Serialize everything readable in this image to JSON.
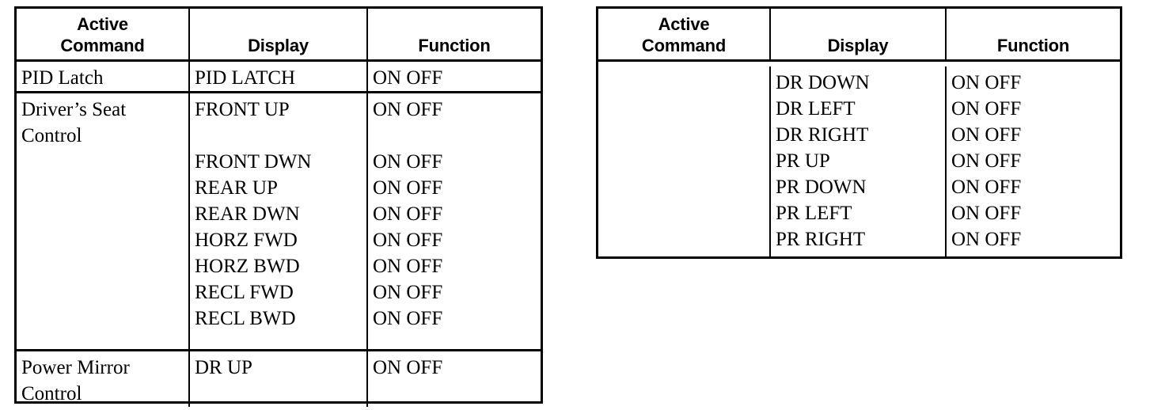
{
  "document": {
    "type": "specification-table-pair",
    "columns": [
      "Active Command",
      "Display",
      "Function"
    ]
  },
  "tables": [
    {
      "id": "left",
      "header": {
        "active_command_line1": "Active",
        "active_command_line2": "Command",
        "display": "Display",
        "function": "Function"
      },
      "rows": [
        {
          "active_command": "PID Latch",
          "display": "PID LATCH",
          "function": "ON OFF"
        },
        {
          "active_command": "Driver’s Seat\nControl",
          "display": "FRONT UP\n\nFRONT DWN\nREAR UP\nREAR DWN\nHORZ FWD\nHORZ BWD\nRECL FWD\nRECL BWD",
          "function": "ON OFF\n\nON OFF\nON OFF\nON OFF\nON OFF\nON OFF\nON OFF\nON OFF"
        },
        {
          "active_command": "Power Mirror\nControl",
          "display": "DR UP",
          "function": "ON OFF"
        }
      ]
    },
    {
      "id": "right",
      "header": {
        "active_command_line1": "Active",
        "active_command_line2": "Command",
        "display": "Display",
        "function": "Function"
      },
      "rows": [
        {
          "active_command": "",
          "display": "DR DOWN\nDR LEFT\nDR RIGHT\nPR UP\nPR DOWN\nPR LEFT\nPR RIGHT",
          "function": "ON OFF\nON OFF\nON OFF\nON OFF\nON OFF\nON OFF\nON OFF"
        }
      ]
    }
  ]
}
